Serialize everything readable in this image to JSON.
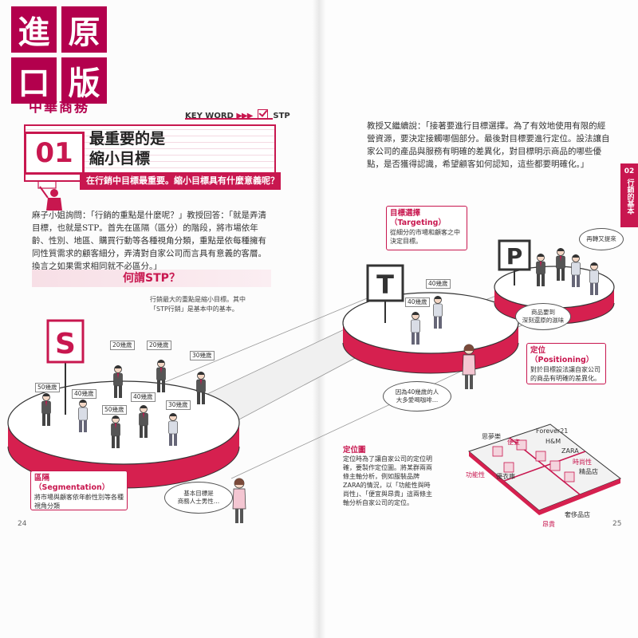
{
  "logo": {
    "cells": [
      "進",
      "原",
      "口",
      "版"
    ],
    "subtitle": "中華商務",
    "brand_color": "#b3004d"
  },
  "keyword": {
    "label": "KEY WORD",
    "arrows": "▶▶▶",
    "term": "STP"
  },
  "section": {
    "number": "01",
    "title_line1": "最重要的是",
    "title_line2": "縮小目標",
    "subtitle": "在行銷中目標最重要。縮小目標具有什麼意義呢？"
  },
  "left_paragraph": {
    "text": "麻子小姐詢問：「行銷的重點是什麼呢？」教授回答：「就是弄清目標，也就是STP。首先在區隔（區分）的階段，將市場依年齡、性別、地區、購買行動等各種視角分類，重點是依每種擁有同性質需求的顧客細分，弄清對自家公司而言具有意義的客層。換言之如果需求相同就不必區分。」",
    "highlight": "首先在區隔"
  },
  "right_paragraph": {
    "text": "教授又繼續說：「接著要進行目標選擇。為了有效地使用有限的經營資源，要決定接觸哪個部分。最後對目標要進行定位。設法讓自家公司的產品與服務有明確的差異化，對目標明示商品的哪些優點，是否獲得認識，希望顧客如何認知，這些都要明確化。」",
    "highlight1": "目標選擇",
    "highlight2": "定位"
  },
  "what_is_stp": {
    "heading": "何謂STP？",
    "note_line1": "行銷最大的重點是縮小目標。其中",
    "note_line2": "「STP行銷」是基本中的基本。"
  },
  "side_tab": {
    "number": "02",
    "text": "行銷的基本"
  },
  "signs": {
    "s": "S",
    "t": "T",
    "p": "P"
  },
  "age_tags": {
    "s_platform": [
      "50幾歲",
      "40幾歲",
      "20幾歲",
      "30幾歲",
      "50幾歲",
      "40幾歲",
      "30幾歲",
      "20幾歲"
    ],
    "t_platform": [
      "40幾歲",
      "40幾歲"
    ]
  },
  "callouts": {
    "segmentation": {
      "title": "區隔",
      "title_en": "（Segmentation）",
      "body": "將市場與顧客依年齡性別等各種視角分類"
    },
    "targeting": {
      "title": "目標選擇",
      "title_en": "（Targeting）",
      "body": "從細分的市場和顧客之中決定目標。"
    },
    "positioning": {
      "title": "定位",
      "title_en": "（Positioning）",
      "body": "對於目標設法讓自家公司的商品有明確的差異化。"
    }
  },
  "bubbles": {
    "s_speaker": "基本目標是\n商務人士男性…",
    "t_speaker": "因為40幾歲的人\n大多愛喝咖啡…",
    "p_speaker": "商品要到\n深刻還原的滋味",
    "p_customers": "再轉又提來"
  },
  "positioning_map": {
    "title": "定位圖",
    "body": "定位時為了讓自家公司的定位明確，要製作定位圖。將某群兩兩條主軸分析，例如服裝品牌ZARA的情況，以「功能性與時尚性」、「便宜與昂貴」這兩條主軸分析自家公司的定位。",
    "labels": [
      "思夢樂",
      "便宜",
      "Forever21",
      "H&M",
      "ZARA",
      "時尚性",
      "精品店",
      "功能性",
      "優衣庫",
      "昂貴",
      "奢侈品店"
    ]
  },
  "page_numbers": {
    "left": "24",
    "right": "25"
  },
  "colors": {
    "accent": "#c8174f",
    "platform_side": "#d6204f",
    "platform_top": "#ffffff"
  }
}
